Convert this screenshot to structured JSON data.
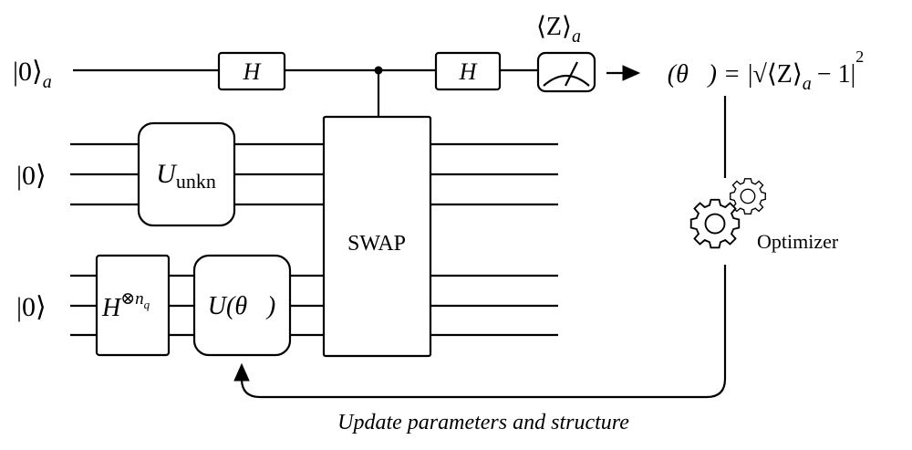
{
  "inputs": {
    "ancilla": {
      "ket": "|0⟩",
      "sub": "a"
    },
    "register1": "|0⟩",
    "register2": "|0⟩"
  },
  "gates": {
    "hadamard_1": "H",
    "hadamard_2": "H",
    "u_unknown": {
      "base": "U",
      "sub": "unkn"
    },
    "hadamard_tensor": {
      "base": "H",
      "sup": "⊗n",
      "sup_sub": "q"
    },
    "u_theta": "U(θ⃗)",
    "swap": "SWAP"
  },
  "measurement": {
    "label": "⟨Z⟩",
    "sub": "a"
  },
  "loss": {
    "lhs": "ℒ(θ⃗) =",
    "body": "|√⟨Z⟩",
    "body_sub": "a",
    "tail": "− 1|",
    "exp": "2"
  },
  "optimizer": {
    "label": "Optimizer",
    "icon": "gears-icon"
  },
  "feedback": {
    "label": "Update parameters and structure"
  }
}
